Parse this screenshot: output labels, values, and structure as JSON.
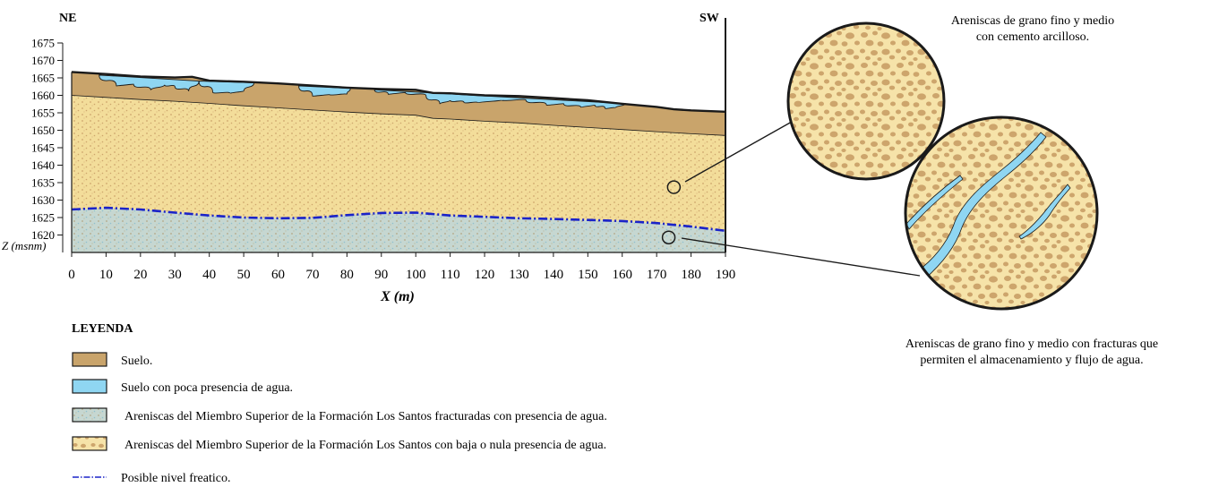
{
  "section": {
    "left_direction": "NE",
    "right_direction": "SW",
    "y_axis_label": "Z (msnm)",
    "x_axis_label": "X (m)"
  },
  "chart_data": {
    "type": "diagram",
    "y_ticks": [
      1675,
      1670,
      1665,
      1660,
      1655,
      1650,
      1645,
      1640,
      1635,
      1630,
      1625,
      1620
    ],
    "x_ticks": [
      0,
      10,
      20,
      30,
      40,
      50,
      60,
      70,
      80,
      90,
      100,
      110,
      120,
      130,
      140,
      150,
      160,
      170,
      180,
      190
    ],
    "ylim": [
      1615,
      1675
    ],
    "xlim": [
      0,
      190
    ],
    "surface_profile": {
      "x": [
        0,
        10,
        20,
        30,
        35,
        40,
        50,
        60,
        70,
        80,
        90,
        100,
        105,
        110,
        120,
        130,
        140,
        150,
        160,
        170,
        175,
        180,
        190
      ],
      "z": [
        1666.7,
        1666.1,
        1665.4,
        1665.1,
        1665.3,
        1664.2,
        1663.9,
        1663.4,
        1662.8,
        1662.2,
        1661.8,
        1661.6,
        1660.7,
        1660.6,
        1660.0,
        1659.8,
        1659.2,
        1658.6,
        1657.6,
        1656.7,
        1656.0,
        1655.7,
        1655.3
      ]
    },
    "soil_base_profile": {
      "x": [
        0,
        10,
        20,
        30,
        40,
        50,
        60,
        70,
        80,
        90,
        100,
        105,
        110,
        120,
        130,
        140,
        150,
        160,
        170,
        180,
        190
      ],
      "z": [
        1660.0,
        1659.4,
        1658.8,
        1658.3,
        1657.7,
        1657.0,
        1656.4,
        1655.8,
        1655.2,
        1654.7,
        1654.3,
        1653.4,
        1653.2,
        1652.6,
        1652.1,
        1651.4,
        1650.8,
        1650.2,
        1649.6,
        1649.0,
        1648.5
      ]
    },
    "water_table_profile": {
      "x": [
        0,
        10,
        20,
        30,
        40,
        50,
        60,
        70,
        80,
        90,
        100,
        110,
        120,
        130,
        140,
        150,
        160,
        170,
        180,
        190
      ],
      "z": [
        1627.3,
        1627.8,
        1627.3,
        1626.4,
        1625.6,
        1625.0,
        1624.8,
        1624.9,
        1625.7,
        1626.3,
        1626.4,
        1625.6,
        1625.2,
        1624.8,
        1624.6,
        1624.3,
        1624.0,
        1623.4,
        1622.4,
        1621.2
      ]
    },
    "wet_soil_lenses": [
      {
        "x": [
          8,
          13,
          18,
          23,
          27,
          30,
          34,
          37
        ],
        "z": [
          1665.8,
          1662.7,
          1663.2,
          1661.5,
          1663.0,
          1662.5,
          1661.2,
          1664.1
        ]
      },
      {
        "x": [
          37,
          41,
          46,
          50,
          53
        ],
        "z": [
          1664.1,
          1660.9,
          1660.6,
          1661.2,
          1663.6
        ]
      },
      {
        "x": [
          66,
          70,
          75,
          80,
          81
        ],
        "z": [
          1662.7,
          1659.8,
          1660.2,
          1660.3,
          1662.0
        ]
      },
      {
        "x": [
          88,
          92,
          97,
          103,
          107,
          110,
          114,
          118,
          125,
          132,
          138,
          143,
          148,
          152,
          155,
          158,
          161
        ],
        "z": [
          1661.6,
          1660.3,
          1660.8,
          1659.9,
          1657.5,
          1658.6,
          1658.0,
          1657.9,
          1658.6,
          1658.7,
          1657.2,
          1657.6,
          1656.5,
          1657.3,
          1656.3,
          1656.4,
          1657.6
        ]
      }
    ],
    "markers": [
      {
        "x": 175,
        "z": 1633.7
      },
      {
        "x": 173.5,
        "z": 1619.3
      }
    ]
  },
  "callouts": {
    "top_caption": [
      "Areniscas de grano fino y medio",
      "con cemento arcilloso."
    ],
    "bottom_caption": [
      "Areniscas de grano fino y medio con fracturas que",
      "permiten el almacenamiento y flujo de agua."
    ]
  },
  "legend": {
    "title": "LEYENDA",
    "items": [
      {
        "label": "Suelo.",
        "swatch": "soil"
      },
      {
        "label": "Suelo con poca presencia de agua.",
        "swatch": "water"
      },
      {
        "label": "Areniscas del Miembro Superior de la Formación Los Santos fracturadas con presencia de agua.",
        "swatch": "wet-sandstone"
      },
      {
        "label": "Areniscas del Miembro Superior de la Formación Los Santos con baja o nula presencia de agua.",
        "swatch": "dry-sandstone"
      },
      {
        "label": "Posible nivel freatico.",
        "swatch": "water-table"
      }
    ]
  },
  "colors": {
    "soil": "#c9a46b",
    "water": "#8fd6f2",
    "dry_sandstone": "#f3dd9a",
    "dry_grain": "#cda56c",
    "wet_sandstone": "#c6d7d1",
    "wet_grain": "#a9b6a6",
    "water_table": "#1b23c8",
    "outline": "#1a1a1a"
  }
}
